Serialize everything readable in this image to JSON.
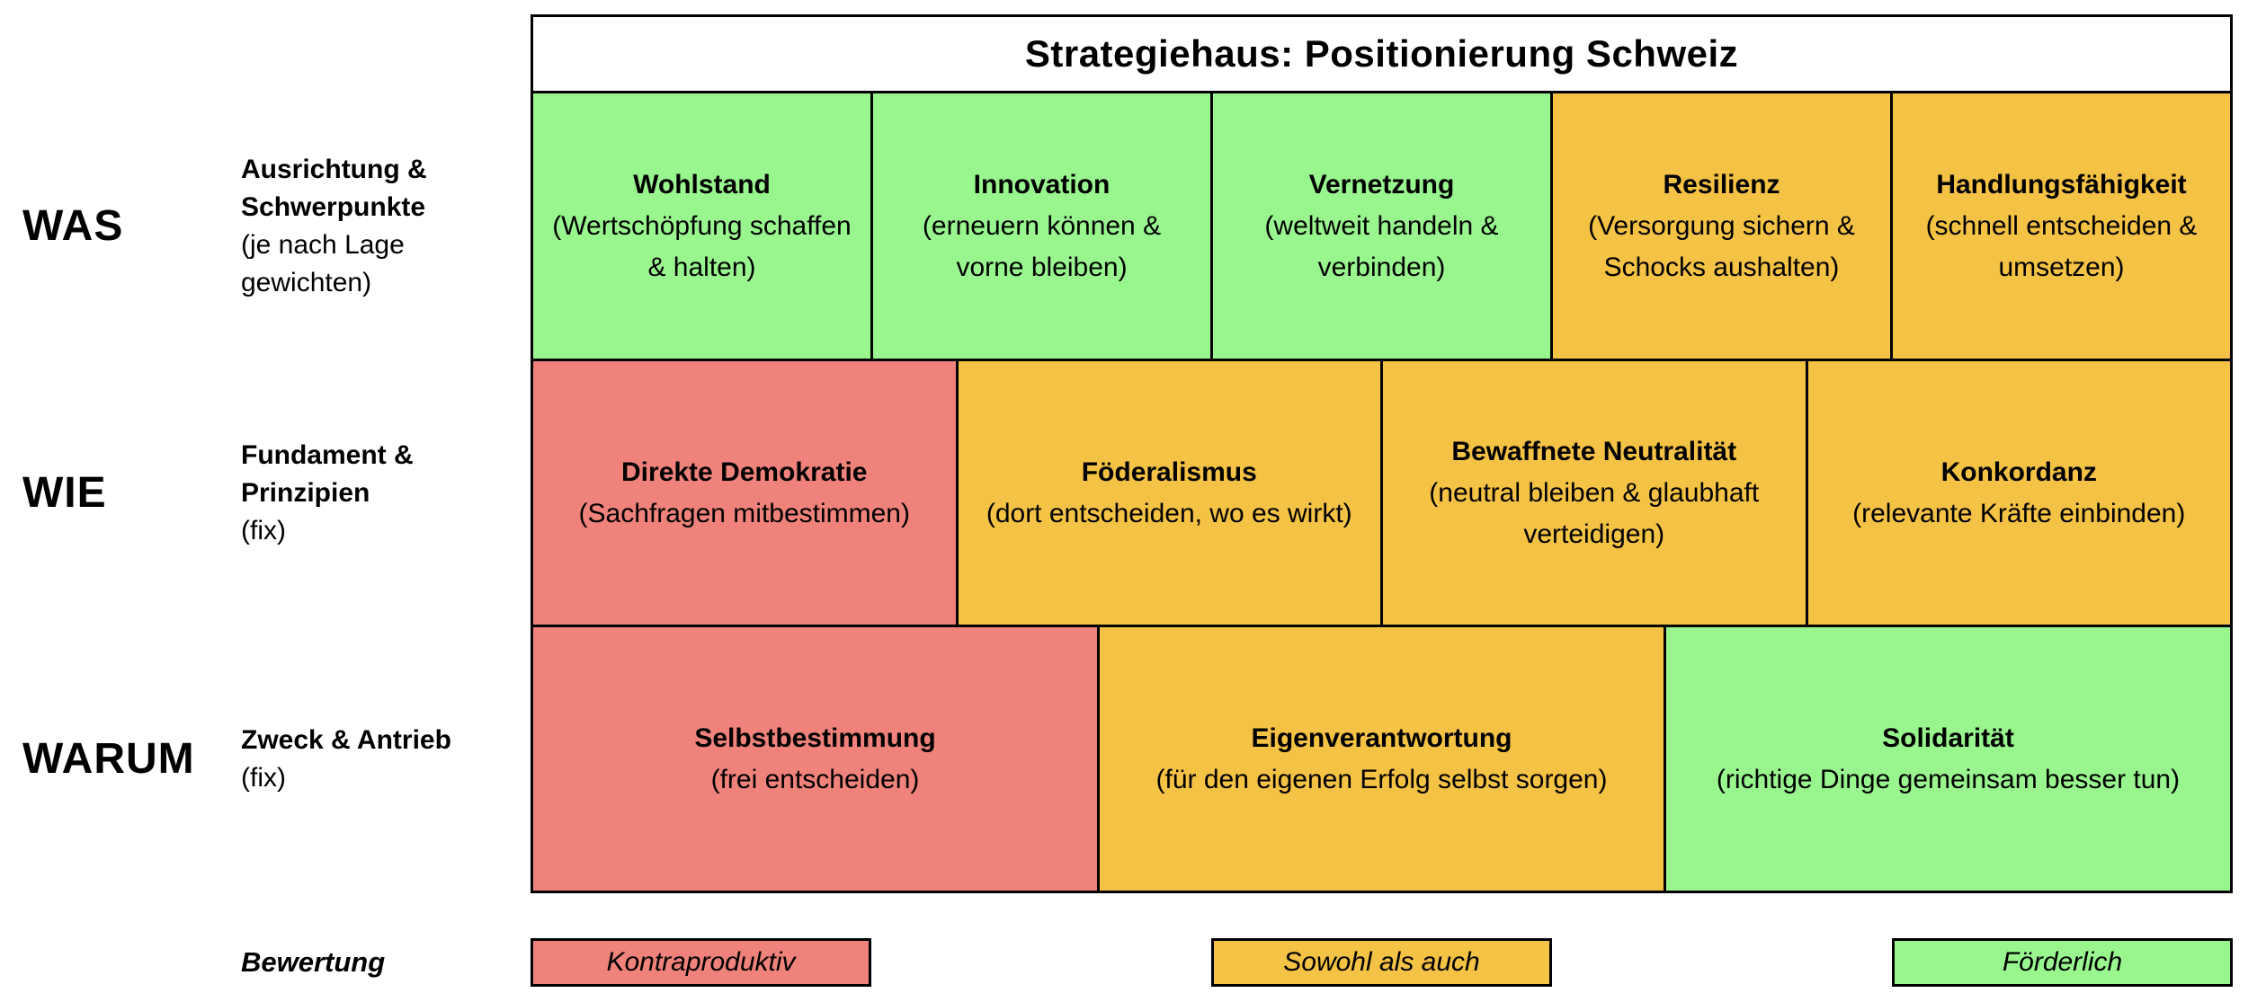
{
  "title": "Strategiehaus: Positionierung Schweiz",
  "colors": {
    "green": "#99F68F",
    "orange": "#F4C244",
    "red": "#F0827C",
    "border": "#000000",
    "background": "#FFFFFF"
  },
  "rows": [
    {
      "keyword": "WAS",
      "label_bold": "Ausrichtung & Schwerpunkte",
      "label_normal": "(je nach Lage gewichten)",
      "cells": [
        {
          "heading": "Wohlstand",
          "body": "(Wertschöpfung schaffen & halten)",
          "status": "green"
        },
        {
          "heading": "Innovation",
          "body": "(erneuern können & vorne bleiben)",
          "status": "green"
        },
        {
          "heading": "Vernetzung",
          "body": "(weltweit handeln & verbinden)",
          "status": "green"
        },
        {
          "heading": "Resilienz",
          "body": "(Versorgung sichern & Schocks aushalten)",
          "status": "orange"
        },
        {
          "heading": "Handlungsfähigkeit",
          "body": "(schnell entscheiden & umsetzen)",
          "status": "orange"
        }
      ]
    },
    {
      "keyword": "WIE",
      "label_bold": "Fundament & Prinzipien",
      "label_normal": "(fix)",
      "cells": [
        {
          "heading": "Direkte Demokratie",
          "body": "(Sachfragen mitbestimmen)",
          "status": "red"
        },
        {
          "heading": "Föderalismus",
          "body": "(dort entscheiden, wo es wirkt)",
          "status": "orange"
        },
        {
          "heading": "Bewaffnete Neutralität",
          "body": "(neutral bleiben & glaubhaft verteidigen)",
          "status": "orange"
        },
        {
          "heading": "Konkordanz",
          "body": "(relevante Kräfte einbinden)",
          "status": "orange"
        }
      ]
    },
    {
      "keyword": "WARUM",
      "label_bold": "Zweck & Antrieb",
      "label_normal": "(fix)",
      "cells": [
        {
          "heading": "Selbstbestimmung",
          "body": "(frei entscheiden)",
          "status": "red"
        },
        {
          "heading": "Eigenverantwortung",
          "body": "(für den eigenen Erfolg selbst sorgen)",
          "status": "orange"
        },
        {
          "heading": "Solidarität",
          "body": "(richtige Dinge gemeinsam besser tun)",
          "status": "green"
        }
      ]
    }
  ],
  "legend": {
    "label": "Bewertung",
    "items": [
      {
        "text": "Kontraproduktiv",
        "status": "red"
      },
      {
        "text": "Sowohl als auch",
        "status": "orange"
      },
      {
        "text": "Förderlich",
        "status": "green"
      }
    ]
  }
}
